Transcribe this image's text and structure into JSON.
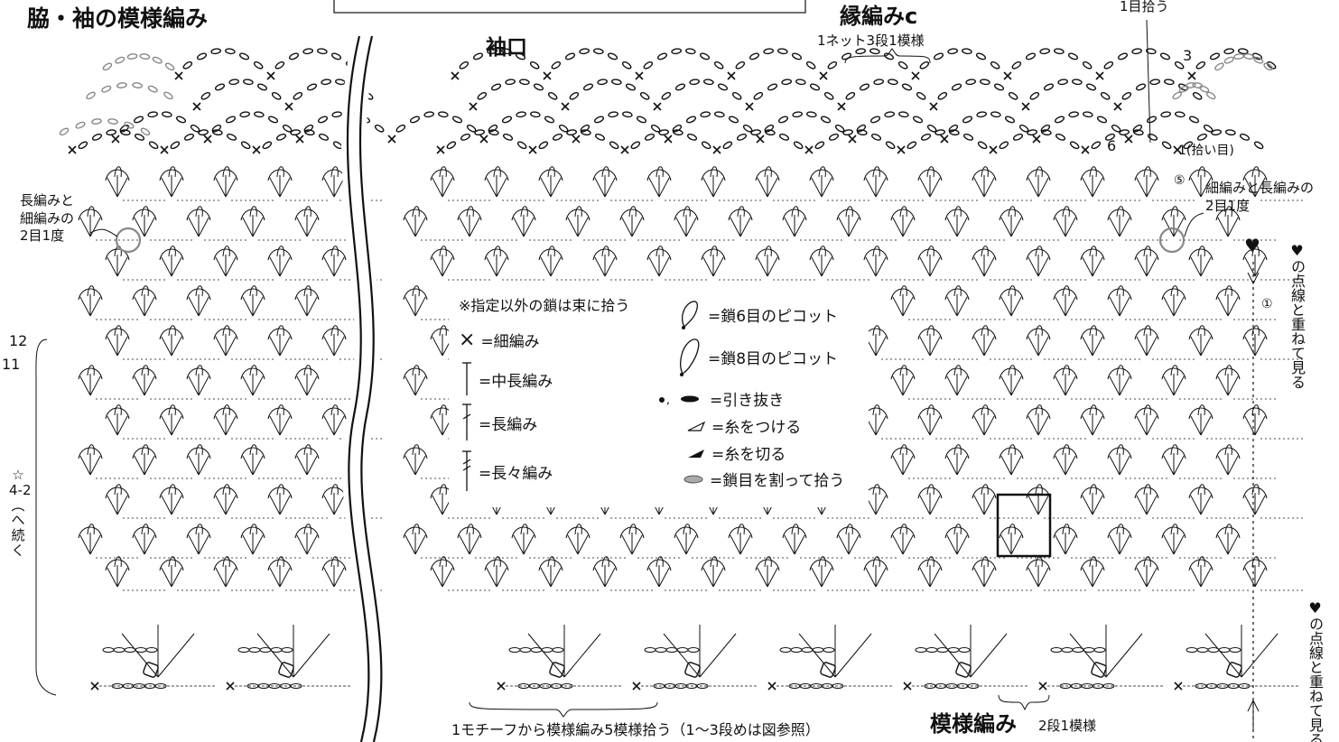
{
  "titles": {
    "main": "脇・袖の模様編み",
    "cuff": "袖口",
    "edging_name": "縁編みc",
    "edging_repeat": "1ネット3段1模様",
    "pattern_name": "模様編み",
    "pattern_repeat": "2段1模様",
    "pickup_bottom": "1モチーフから模様編み5模様拾う（1〜3段めは図参照）"
  },
  "annotations": {
    "left_dec": "長編みと\n細編みの\n2目1度",
    "right_dec": "細編みと長編みの\n2目1度",
    "pick_one": "1目拾う",
    "row_3": "3",
    "row_6": "6",
    "row_1_pick": "1(拾い目)",
    "row_5": "⑤",
    "row_1c": "①",
    "row_12": "12",
    "row_11": "11",
    "continue_note": "☆\n4-2\n︵\nへ\n続\nく",
    "heart_top": "♥の点線と重ねて見る",
    "heart_bottom": "♥の点線と重ねて見る",
    "heart_symbol": "♥"
  },
  "legend": {
    "note": "※指定以外の鎖は束に拾う",
    "items": [
      {
        "symbol": "x-icon",
        "label": "=細編み"
      },
      {
        "symbol": "half-double-icon",
        "label": "=中長編み"
      },
      {
        "symbol": "double-icon",
        "label": "=長編み"
      },
      {
        "symbol": "treble-icon",
        "label": "=長々編み"
      },
      {
        "symbol": "picot6-icon",
        "label": "=鎖6目のピコット"
      },
      {
        "symbol": "picot8-icon",
        "label": "=鎖8目のピコット"
      },
      {
        "symbol": "slip-stitch-icon",
        "label": "=引き抜き",
        "prefix": "●，"
      },
      {
        "symbol": "join-yarn-icon",
        "label": "=糸をつける"
      },
      {
        "symbol": "cut-yarn-icon",
        "label": "=糸を切る"
      },
      {
        "symbol": "split-chain-icon",
        "label": "=鎖目を割って拾う"
      }
    ]
  },
  "colors": {
    "ink": "#111111",
    "grey": "#888888",
    "box": "#111111"
  }
}
